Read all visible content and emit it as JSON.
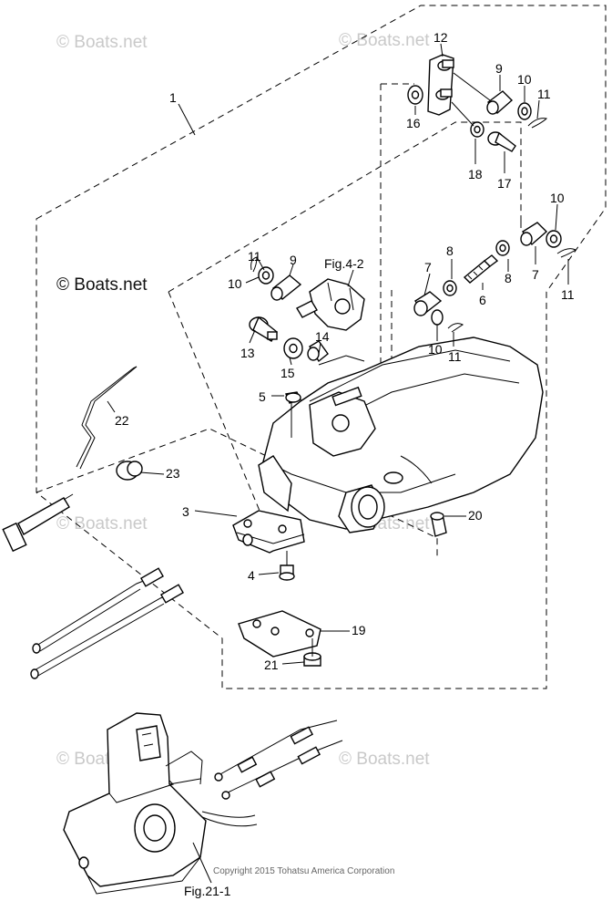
{
  "parts": [
    {
      "key": "p1",
      "label": "1"
    },
    {
      "key": "p12",
      "label": "12"
    },
    {
      "key": "p9a",
      "label": "9"
    },
    {
      "key": "p10a",
      "label": "10"
    },
    {
      "key": "p11a",
      "label": "11"
    },
    {
      "key": "p16",
      "label": "16"
    },
    {
      "key": "p18",
      "label": "18"
    },
    {
      "key": "p17",
      "label": "17"
    },
    {
      "key": "p10b",
      "label": "10"
    },
    {
      "key": "p8a",
      "label": "8"
    },
    {
      "key": "p7a",
      "label": "7"
    },
    {
      "key": "p8b",
      "label": "8"
    },
    {
      "key": "p7b",
      "label": "7"
    },
    {
      "key": "p6",
      "label": "6"
    },
    {
      "key": "p11b",
      "label": "11"
    },
    {
      "key": "p11c",
      "label": "11"
    },
    {
      "key": "p9b",
      "label": "9"
    },
    {
      "key": "p10c",
      "label": "10"
    },
    {
      "key": "p13",
      "label": "13"
    },
    {
      "key": "p15",
      "label": "15"
    },
    {
      "key": "p14",
      "label": "14"
    },
    {
      "key": "p10d",
      "label": "10"
    },
    {
      "key": "p11d",
      "label": "11"
    },
    {
      "key": "p5",
      "label": "5"
    },
    {
      "key": "p22",
      "label": "22"
    },
    {
      "key": "p23",
      "label": "23"
    },
    {
      "key": "p3",
      "label": "3"
    },
    {
      "key": "p20",
      "label": "20"
    },
    {
      "key": "p4",
      "label": "4"
    },
    {
      "key": "p19",
      "label": "19"
    },
    {
      "key": "p21",
      "label": "21"
    }
  ],
  "fig_refs": {
    "fig_4_2": "Fig.4-2",
    "fig_21_1": "Fig.21-1"
  },
  "watermark": "© Boats.net",
  "copyright": "Copyright 2015 Tohatsu America Corporation"
}
